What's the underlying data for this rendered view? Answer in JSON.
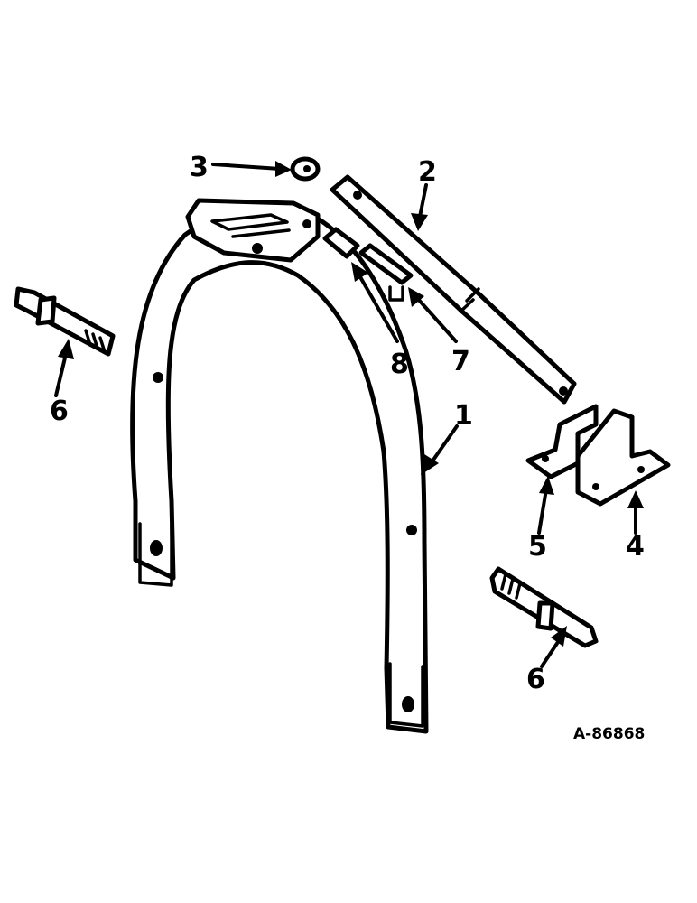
{
  "callouts": {
    "c1": "1",
    "c2": "2",
    "c3": "3",
    "c4": "4",
    "c5": "5",
    "c6a": "6",
    "c6b": "6",
    "c7": "7",
    "c8": "8"
  },
  "reference_code": "A-86868"
}
